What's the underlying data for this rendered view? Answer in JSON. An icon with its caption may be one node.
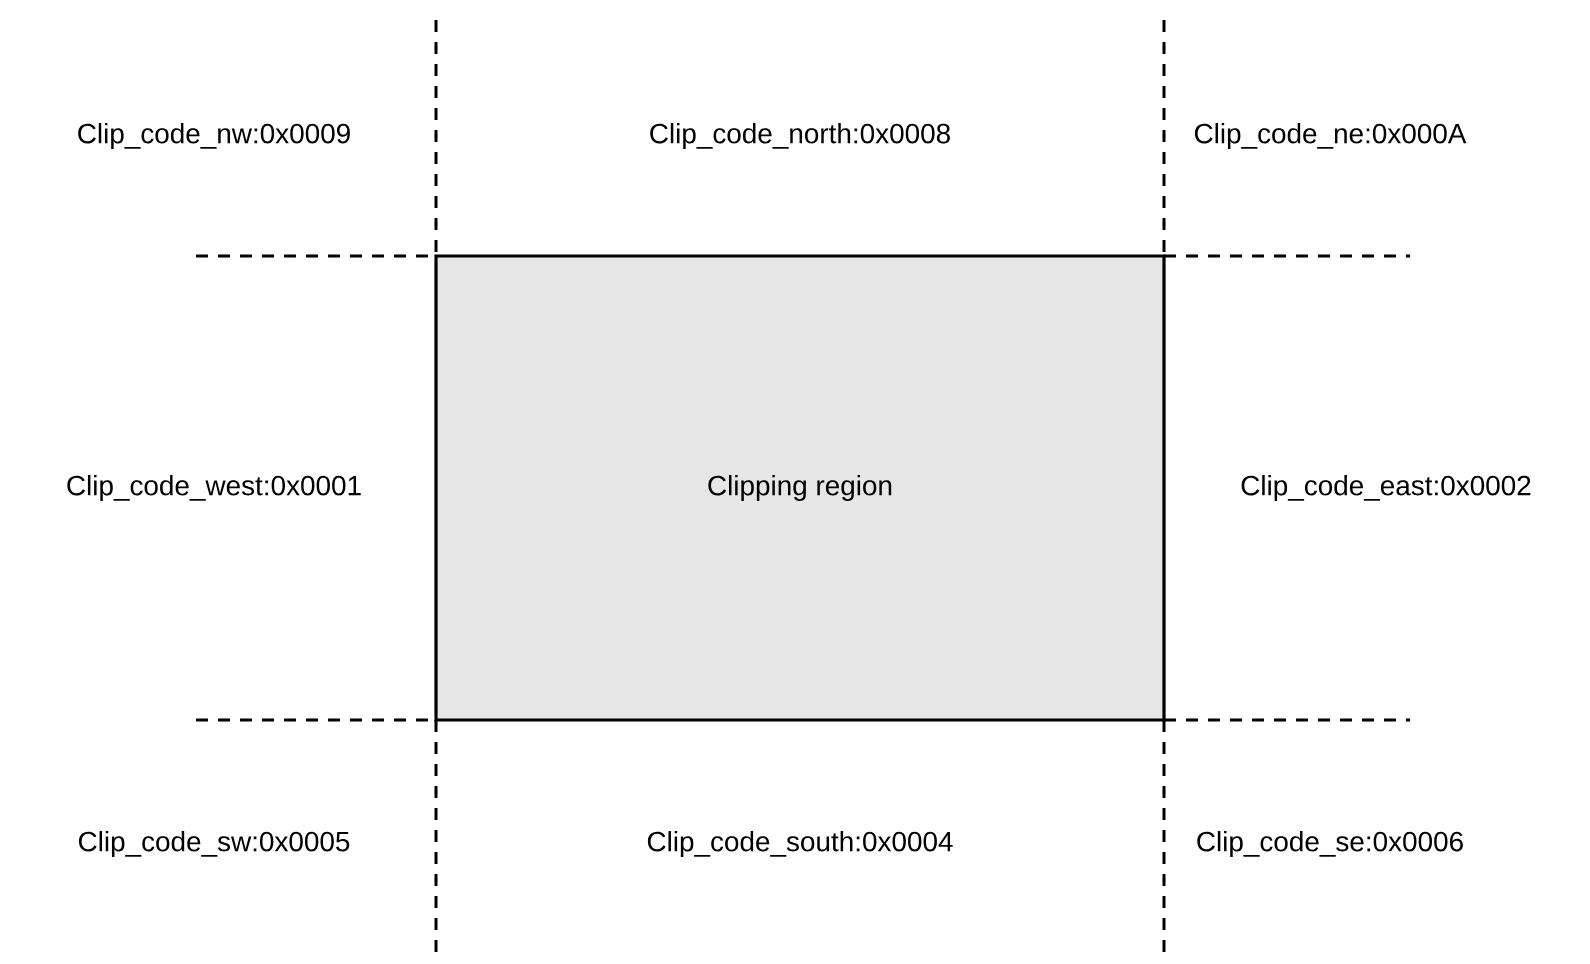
{
  "diagram": {
    "nodes": [
      {
        "text": [
          "Clipping region"
        ]
      }
    ],
    "labels": [
      "Clip_code_nw:0x0009",
      "Clip_code_north:0x0008",
      "Clip_code_ne:0x000A",
      "Clip_code_west:0x0001",
      "Clip_code_east:0x0002",
      "Clip_code_sw:0x0005",
      "Clip_code_south:0x0004",
      "Clip_code_se:0x0006"
    ]
  }
}
